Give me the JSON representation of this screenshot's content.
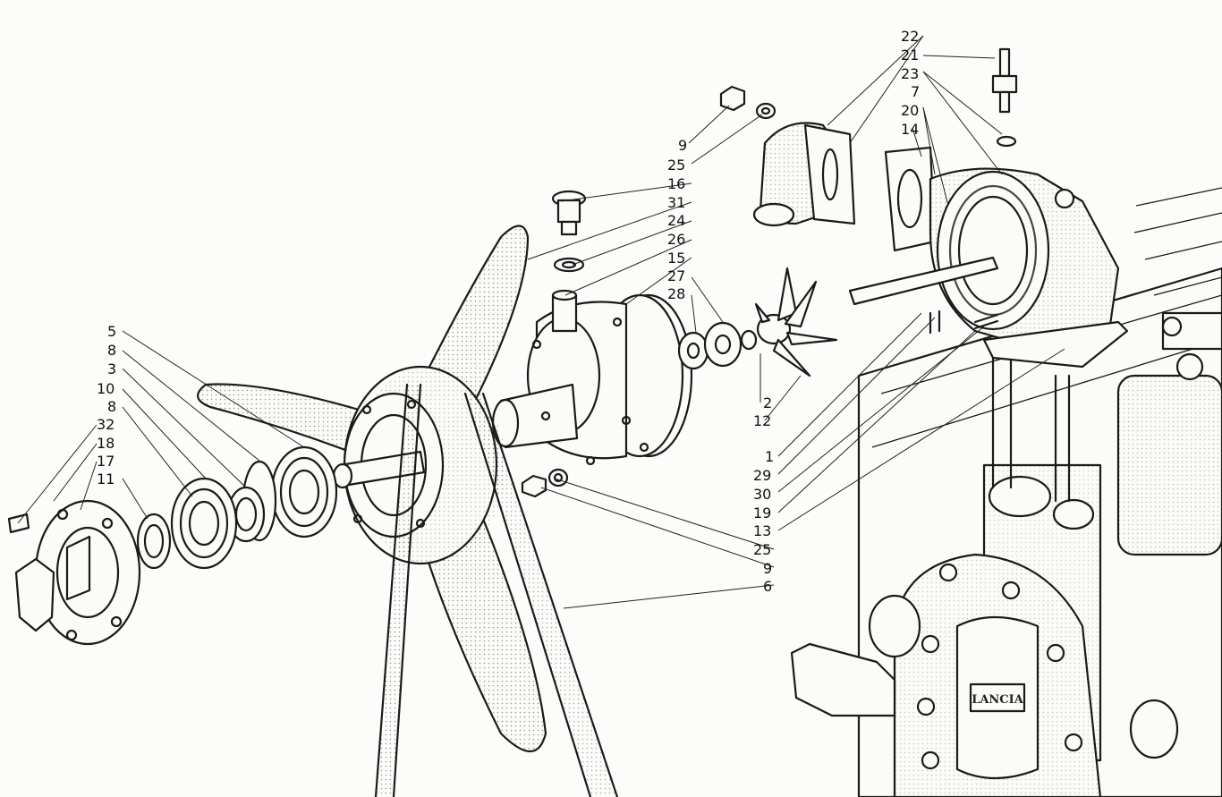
{
  "diagram": {
    "type": "exploded-parts-view",
    "brand_plate": "LANCIA",
    "callouts": [
      {
        "id": "c22",
        "text": "22"
      },
      {
        "id": "c21",
        "text": "21"
      },
      {
        "id": "c23",
        "text": "23"
      },
      {
        "id": "c7a",
        "text": "7"
      },
      {
        "id": "c20",
        "text": "20"
      },
      {
        "id": "c14",
        "text": "14"
      },
      {
        "id": "c9a",
        "text": "9"
      },
      {
        "id": "c25a",
        "text": "25"
      },
      {
        "id": "c16",
        "text": "16"
      },
      {
        "id": "c31",
        "text": "31"
      },
      {
        "id": "c24",
        "text": "24"
      },
      {
        "id": "c26",
        "text": "26"
      },
      {
        "id": "c15",
        "text": "15"
      },
      {
        "id": "c27",
        "text": "27"
      },
      {
        "id": "c28",
        "text": "28"
      },
      {
        "id": "c2",
        "text": "2"
      },
      {
        "id": "c12",
        "text": "12"
      },
      {
        "id": "c1",
        "text": "1"
      },
      {
        "id": "c29",
        "text": "29"
      },
      {
        "id": "c30",
        "text": "30"
      },
      {
        "id": "c19",
        "text": "19"
      },
      {
        "id": "c13",
        "text": "13"
      },
      {
        "id": "c25b",
        "text": "25"
      },
      {
        "id": "c9b",
        "text": "9"
      },
      {
        "id": "c6",
        "text": "6"
      },
      {
        "id": "c5",
        "text": "5"
      },
      {
        "id": "c8a",
        "text": "8"
      },
      {
        "id": "c3",
        "text": "3"
      },
      {
        "id": "c10",
        "text": "10"
      },
      {
        "id": "c8b",
        "text": "8"
      },
      {
        "id": "c32",
        "text": "32"
      },
      {
        "id": "c18",
        "text": "18"
      },
      {
        "id": "c17",
        "text": "17"
      },
      {
        "id": "c11",
        "text": "11"
      }
    ]
  }
}
